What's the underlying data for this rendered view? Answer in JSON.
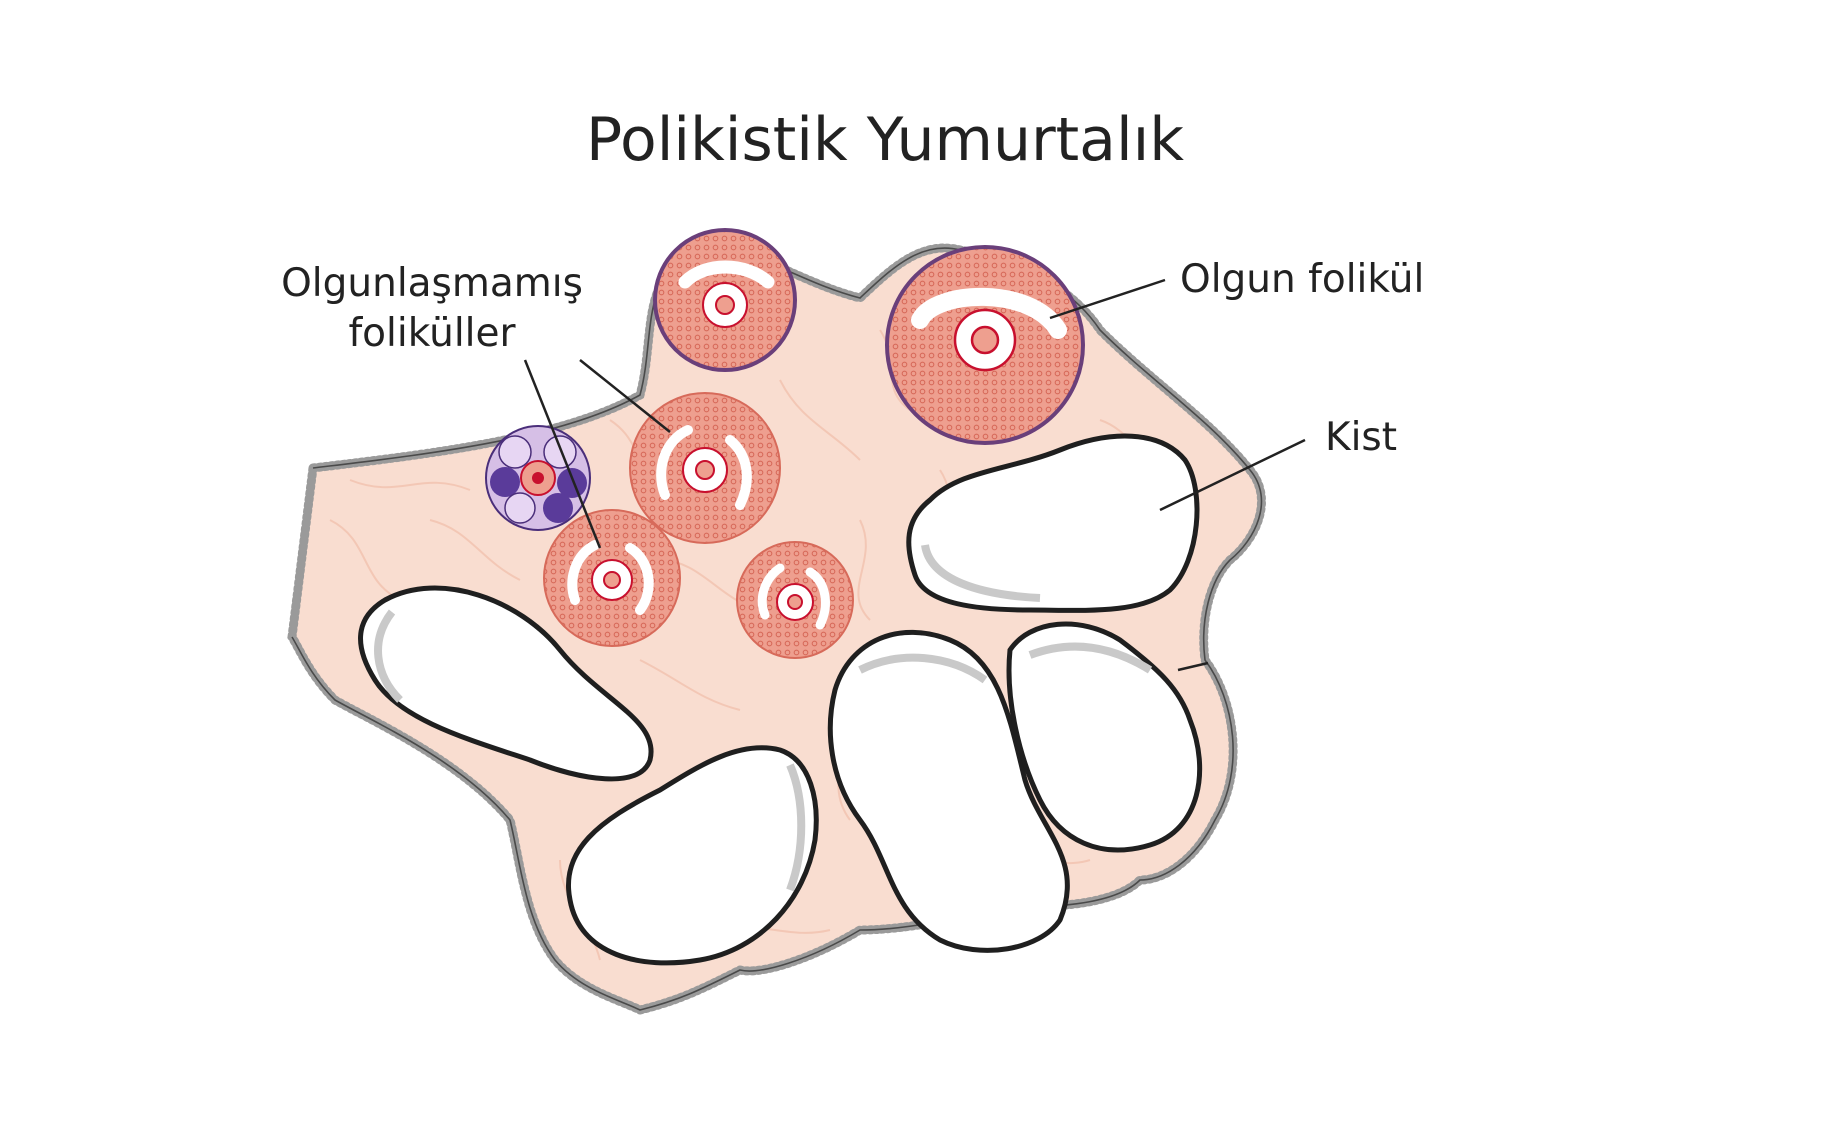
{
  "title": "Polikistik Yumurtalık",
  "labels": {
    "immature_line1": "Olgunlaşmamış",
    "immature_line2": "foliküller",
    "mature": "Olgun folikül",
    "cyst": "Kist"
  },
  "colors": {
    "stroma": "#f9ddd0",
    "stroma_fiber": "#f3c7b5",
    "follicle": "#ee9f8f",
    "follicle_dot": "#d76a5a",
    "follicle_antrum": "#ffffff",
    "oocyte_ring": "#c8102e",
    "capsule_dots": "#8a8a8a",
    "cyst_outline": "#1f1f1f",
    "cyst_inner_shadow": "#c9c9c9",
    "primordial_cell": "#b693d6",
    "primordial_nucleus": "#5a3b9a",
    "text": "#222222"
  }
}
